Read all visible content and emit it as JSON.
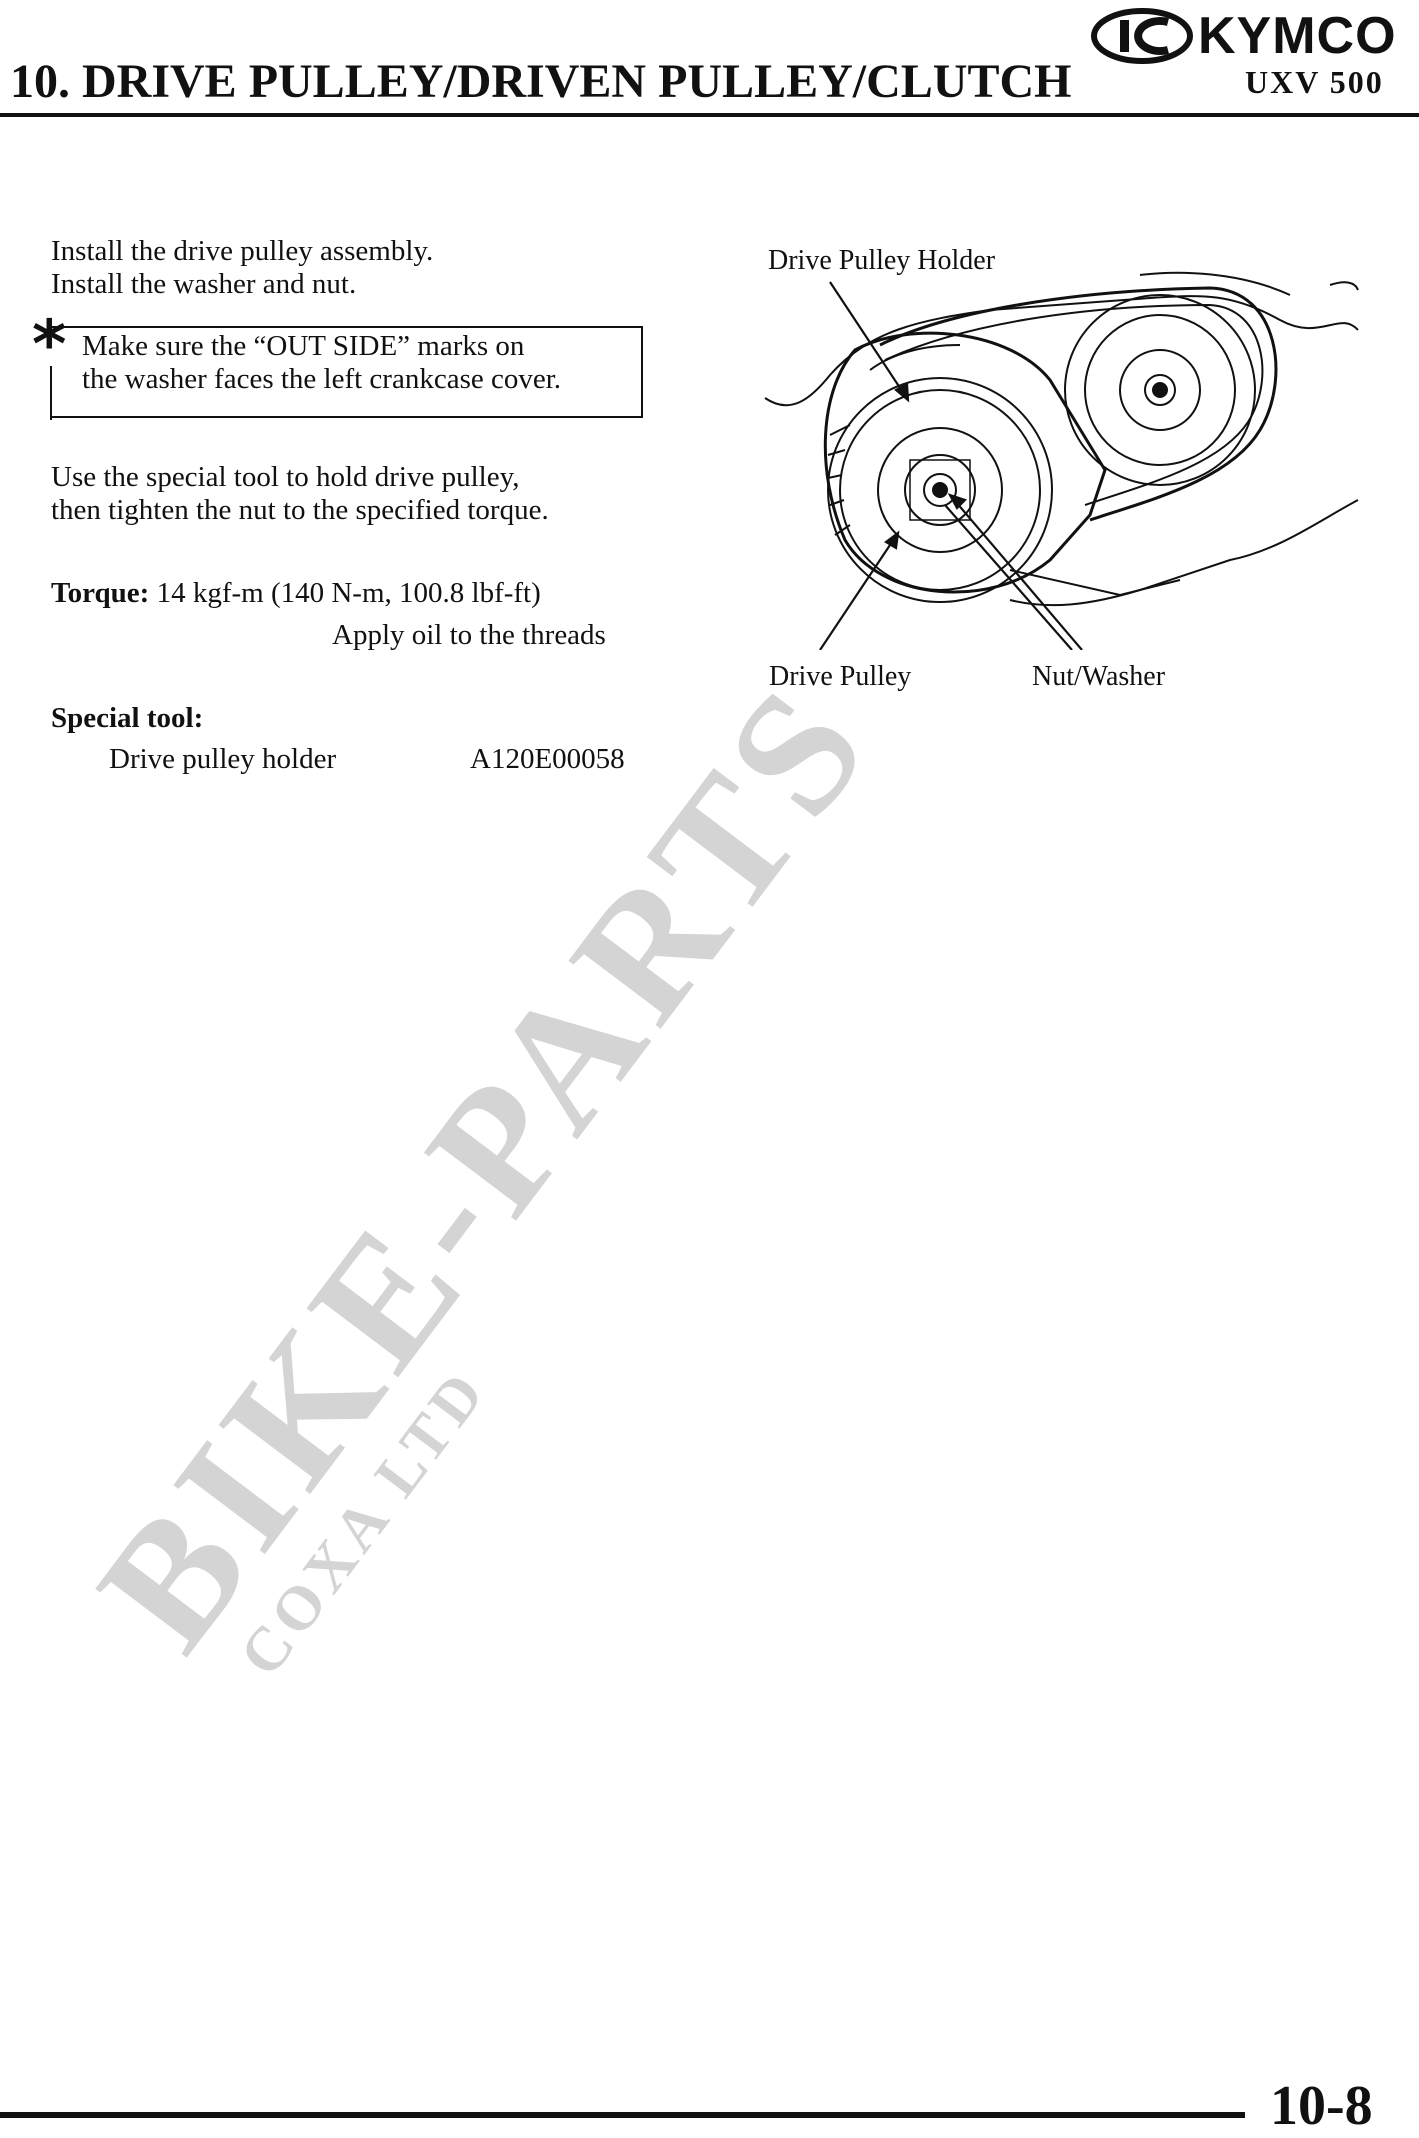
{
  "header": {
    "brand": "KYMCO",
    "title": "10. DRIVE PULLEY/DRIVEN PULLEY/CLUTCH",
    "model": "UXV 500"
  },
  "body": {
    "line1": "Install the drive pulley assembly.",
    "line2": "Install the washer and nut.",
    "note_mark": "*",
    "note_line1": "Make sure the “OUT SIDE” marks on",
    "note_line2": "the washer faces the left crankcase cover.",
    "line3": "Use the special tool to hold drive pulley,",
    "line4": "then tighten the nut to the specified torque.",
    "torque_label": "Torque:",
    "torque_value": " 14 kgf-m (140 N-m, 100.8 lbf-ft)",
    "apply_oil": "Apply oil to the threads",
    "special_tool_label": "Special tool:",
    "tool_name": "Drive pulley holder",
    "tool_code": "A120E00058"
  },
  "figure": {
    "label_holder": "Drive Pulley Holder",
    "label_pulley": "Drive Pulley",
    "label_nut": "Nut/Washer"
  },
  "watermark": {
    "main": "BIKE-PARTS",
    "sub": "COXA LTD"
  },
  "footer": {
    "page_number": "10-8"
  }
}
